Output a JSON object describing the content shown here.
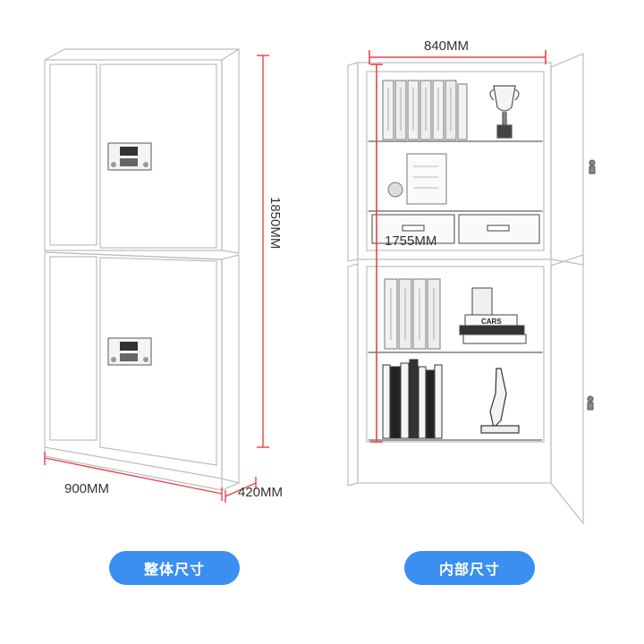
{
  "labels": {
    "left_width": "900MM",
    "left_depth": "420MM",
    "left_height": "1850MM",
    "right_width": "840MM",
    "right_height": "1755MM"
  },
  "buttons": {
    "overall": "整体尺寸",
    "internal": "内部尺寸"
  },
  "decor": {
    "box_text": "CARS"
  },
  "colors": {
    "dimension_line": "#e8424a",
    "button_bg": "#3b8ff0",
    "outline": "#c8c8c8"
  }
}
